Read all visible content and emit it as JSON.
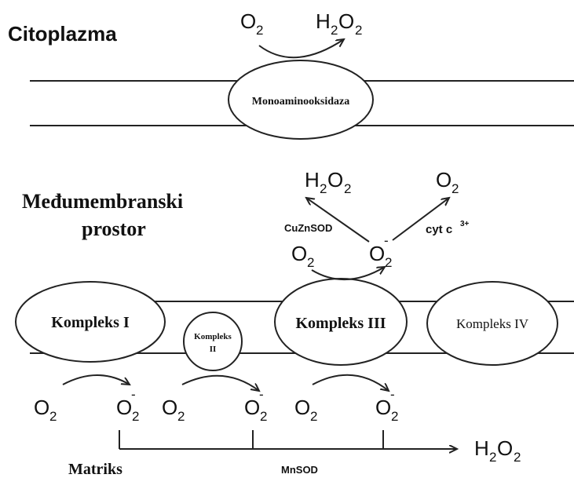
{
  "regions": {
    "cytoplasm": "Citoplazma",
    "intermembrane_line1": "Međumembranski",
    "intermembrane_line2": "prostor",
    "matrix": "Matriks"
  },
  "enzymes": {
    "mao": "Monoaminooksidaza",
    "complex_i": "Kompleks I",
    "complex_ii_line1": "Kompleks",
    "complex_ii_line2": "II",
    "complex_iii": "Kompleks III",
    "complex_iv": "Kompleks IV",
    "cuznsod": "CuZnSOD",
    "mnsod": "MnSOD",
    "cytc": "cyt c",
    "cytc_charge": "3+"
  },
  "chemicals": {
    "oxygen": "O",
    "oxygen_sub": "2",
    "superoxide": "O",
    "superoxide_sub": "2",
    "superoxide_charge": "-",
    "h2o2_h": "H",
    "h2o2_h_sub": "2",
    "h2o2_o": "O",
    "h2o2_o_sub": "2"
  }
}
